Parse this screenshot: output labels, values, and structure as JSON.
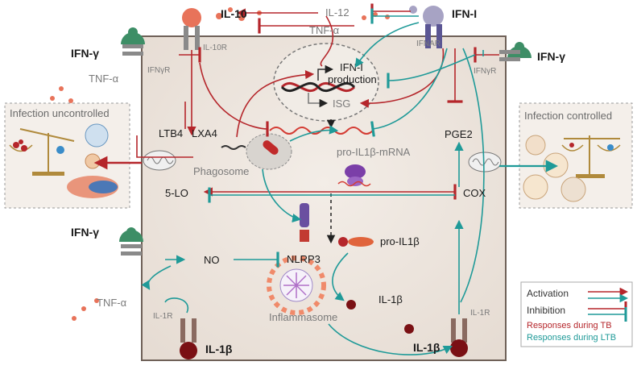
{
  "ligands": {
    "il10": "IL-10",
    "il12": "IL-12",
    "tnfa_top": "TNF-α",
    "ifn_i": "IFN-I",
    "ifng_left_top": "IFN-γ",
    "ifng_right": "IFN-γ",
    "ifng_left_mid": "IFN-γ",
    "tnfa_left_top": "TNF-α",
    "tnfa_left_bottom": "TNF-α",
    "il1b_bottom_left": "IL-1β",
    "il1b_bottom_right": "IL-1β"
  },
  "receptors": {
    "il10r": "IL-10R",
    "ifnar": "IFNAR",
    "ifngr_left": "IFNγR",
    "ifngr_right": "IFNγR",
    "il1r_left": "IL-1R",
    "il1r_right": "IL-1R"
  },
  "nucleus": {
    "title_line1": "IFN-I",
    "title_line2": "production",
    "isg": "ISG"
  },
  "molecules": {
    "ltb4": "LTB4",
    "lxa4": "LXA4",
    "pge2": "PGE2",
    "five_lo": "5-LO",
    "cox": "COX",
    "no": "NO",
    "nlrp3": "NLRP3",
    "pro_il1b": "pro-IL1β",
    "pro_il1b_mrna": "pro-IL1β-mRNA",
    "il1b_mid": "IL-1β",
    "phagosome": "Phagosome",
    "inflammasome": "Inflammasome"
  },
  "boxes": {
    "left_title": "Infection uncontrolled",
    "right_title": "Infection controlled"
  },
  "legend": {
    "activation": "Activation",
    "inhibition": "Inhibition",
    "tb": "Responses during TB",
    "ltb": "Responses during LTB"
  },
  "colors": {
    "tb": "#b5262b",
    "ltb": "#1f9a98",
    "cell_fill": "#efe7e0",
    "cell_stroke": "#6f6158"
  }
}
